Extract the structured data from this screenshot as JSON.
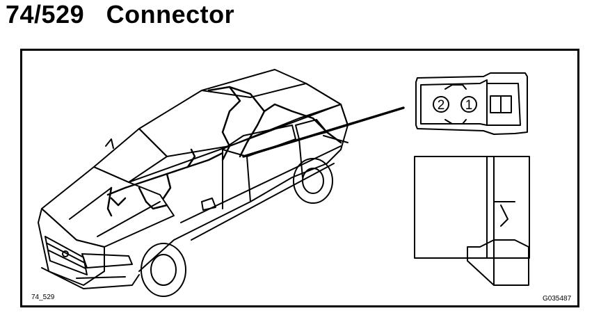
{
  "header": {
    "title": "74/529   Connector"
  },
  "figure": {
    "ref_left": "74_529",
    "ref_right": "G035487",
    "pin_labels": [
      "2",
      "1"
    ]
  },
  "colors": {
    "ink": "#000000",
    "background": "#ffffff"
  }
}
